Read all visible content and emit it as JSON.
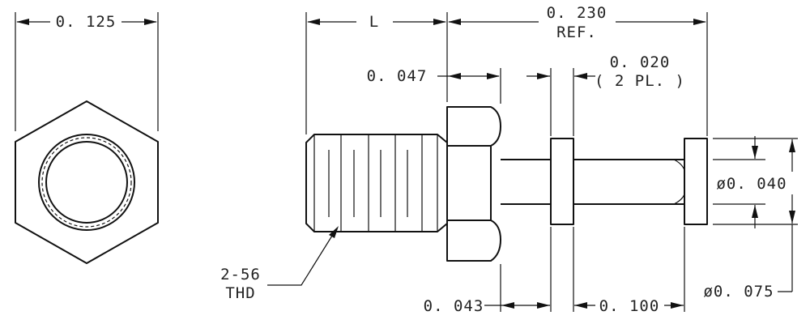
{
  "labels": {
    "hex_width": "0. 125",
    "length": "L",
    "overall": "0. 230",
    "overall_ref": "REF.",
    "hex_thickness": "0. 047",
    "flange_thickness": "0. 020",
    "flange_count": "( 2 PL. )",
    "diameter_small": "ø0. 040",
    "diameter_large": "ø0. 075",
    "thread_spec": "2-56",
    "thread_note": "THD",
    "neck_length": "0. 043",
    "shaft_length": "0. 100"
  },
  "colors": {
    "line": "#111111",
    "text": "#222222",
    "background": "#ffffff"
  }
}
